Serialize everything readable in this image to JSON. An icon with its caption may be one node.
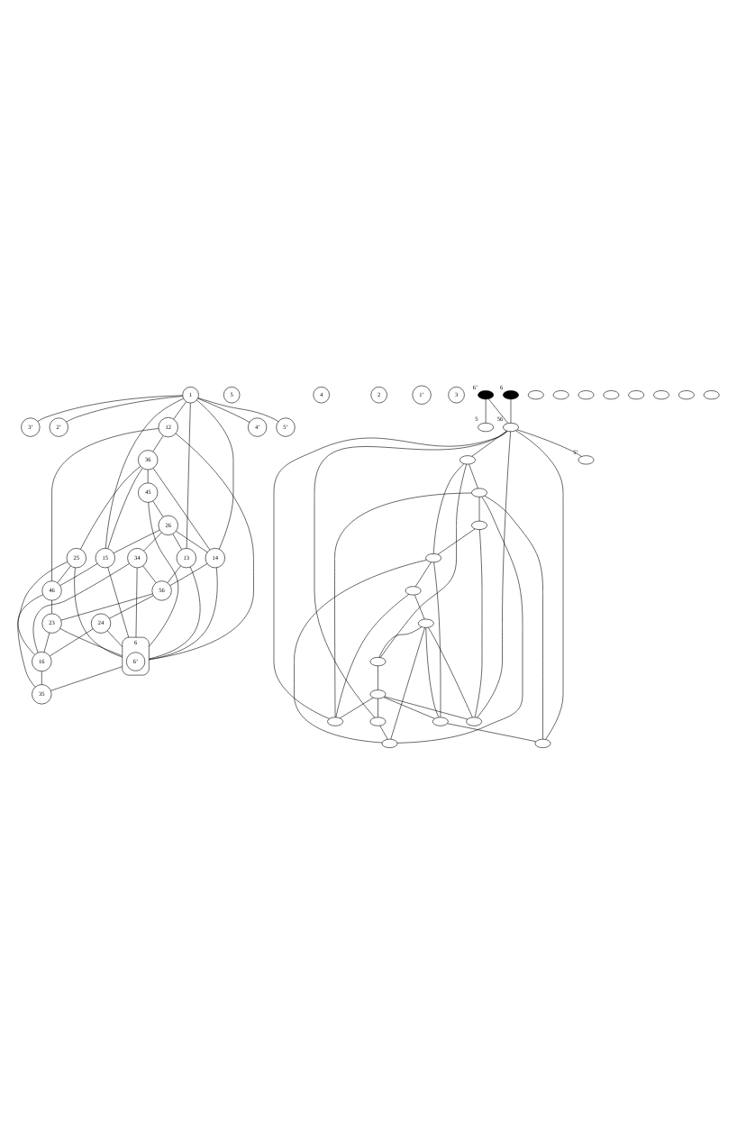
{
  "diagram": {
    "nodes": [
      {
        "text": [
          "1"
        ]
      },
      {
        "text": [
          "45"
        ]
      },
      {
        "text": [
          "3’"
        ]
      },
      {
        "text": [
          "2’"
        ]
      },
      {
        "text": [
          "36"
        ]
      },
      {
        "text": [
          "26"
        ]
      },
      {
        "text": [
          "5"
        ]
      },
      {
        "text": [
          "12"
        ]
      },
      {
        "text": [
          "15"
        ]
      },
      {
        "text": [
          "14"
        ]
      },
      {
        "text": [
          "13"
        ]
      },
      {
        "text": [
          "4"
        ]
      },
      {
        "text": [
          "6"
        ]
      },
      {
        "text": [
          "6’"
        ],
        "in": 12
      },
      {
        "text": [
          "25"
        ]
      },
      {
        "text": [
          "34"
        ]
      },
      {
        "text": [
          "46"
        ]
      },
      {
        "text": [
          "56"
        ]
      },
      {
        "text": [
          "4’"
        ]
      },
      {
        "text": [
          "5’"
        ]
      },
      {
        "text": [
          "23"
        ]
      },
      {
        "text": [
          "35"
        ]
      },
      {
        "text": [
          "16"
        ]
      },
      {
        "text": [
          "24"
        ]
      },
      {
        "text": [
          "2"
        ]
      },
      {
        "text": [
          "1’"
        ]
      },
      {
        "text": [
          "3"
        ]
      },
      {
        "text": [
          "6’"
        ]
      },
      {
        "text": [],
        "shape": "ellipse"
      },
      {
        "text": [],
        "shape": "ellipse"
      },
      {
        "text": [],
        "shape": "ellipse"
      },
      {
        "text": [],
        "shape": "ellipse"
      },
      {
        "text": [],
        "shape": "ellipse"
      },
      {
        "text": [],
        "shape": "ellipse"
      },
      {
        "text": [
          "5"
        ]
      },
      {
        "text": [],
        "shape": "ellipse"
      },
      {
        "text": [],
        "shape": "ellipse"
      },
      {
        "text": [],
        "shape": "ellipse"
      },
      {
        "text": [],
        "shape": "ellipse"
      },
      {
        "text": [],
        "shape": "ellipse"
      },
      {
        "text": [],
        "shape": "ellipse"
      },
      {
        "text": [],
        "shape": "ellipse"
      },
      {
        "text": [],
        "shape": "ellipse"
      },
      {
        "text": [
          "56"
        ]
      },
      {
        "text": [],
        "shape": "ellipse"
      },
      {
        "text": [
          "5’"
        ]
      },
      {
        "text": [],
        "shape": "ellipse"
      },
      {
        "text": [],
        "shape": "ellipse"
      },
      {
        "text": [],
        "shape": "ellipse"
      },
      {
        "text": [],
        "shape": "ellipse"
      },
      {
        "text": [],
        "shape": "ellipse"
      },
      {
        "text": [],
        "shape": "ellipse"
      },
      {
        "text": [],
        "shape": "ellipse"
      },
      {
        "text": [
          "6"
        ]
      }
    ],
    "edges": [
      {
        "from": 0,
        "to": 2,
        "arrow": "none"
      },
      {
        "from": 0,
        "to": 3,
        "arrow": "none"
      },
      {
        "from": 0,
        "to": 8,
        "arrow": "none"
      },
      {
        "from": 0,
        "to": 9,
        "arrow": "none"
      },
      {
        "from": 0,
        "to": 7,
        "arrow": "none"
      },
      {
        "from": 0,
        "to": 10,
        "arrow": "none"
      },
      {
        "from": 0,
        "to": 18,
        "arrow": "none"
      },
      {
        "from": 0,
        "to": 19,
        "arrow": "none"
      },
      {
        "from": 7,
        "to": 4,
        "arrow": "none"
      },
      {
        "from": 4,
        "to": 1,
        "arrow": "none"
      },
      {
        "from": 1,
        "to": 5,
        "arrow": "none"
      },
      {
        "from": 5,
        "to": 10,
        "arrow": "none"
      },
      {
        "from": 10,
        "to": 17,
        "arrow": "none"
      },
      {
        "from": 17,
        "to": 23,
        "arrow": "none"
      },
      {
        "from": 23,
        "to": 22,
        "arrow": "none"
      },
      {
        "from": 22,
        "to": 21,
        "arrow": "none"
      },
      {
        "from": 21,
        "to": 16,
        "arrow": "none"
      },
      {
        "from": 16,
        "to": 7,
        "arrow": "none"
      },
      {
        "from": 1,
        "to": 12,
        "arrow": "none"
      },
      {
        "from": 8,
        "to": 12,
        "arrow": "none"
      },
      {
        "from": 9,
        "to": 12,
        "arrow": "none"
      },
      {
        "from": 7,
        "to": 12,
        "arrow": "none"
      },
      {
        "from": 10,
        "to": 12,
        "arrow": "none"
      },
      {
        "from": 14,
        "to": 12,
        "arrow": "none"
      },
      {
        "from": 15,
        "to": 12,
        "arrow": "none"
      },
      {
        "from": 12,
        "to": 20,
        "arrow": "none"
      },
      {
        "from": 21,
        "to": 12,
        "arrow": "none"
      },
      {
        "from": 23,
        "to": 12,
        "arrow": "none"
      },
      {
        "from": 4,
        "to": 8,
        "arrow": "none"
      },
      {
        "from": 5,
        "to": 9,
        "arrow": "none"
      },
      {
        "from": 4,
        "to": 9,
        "arrow": "none"
      },
      {
        "from": 5,
        "to": 8,
        "arrow": "none"
      },
      {
        "from": 4,
        "to": 14,
        "arrow": "none"
      },
      {
        "from": 5,
        "to": 15,
        "arrow": "none"
      },
      {
        "from": 8,
        "to": 16,
        "arrow": "none"
      },
      {
        "from": 9,
        "to": 17,
        "arrow": "none"
      },
      {
        "from": 14,
        "to": 16,
        "arrow": "none"
      },
      {
        "from": 15,
        "to": 17,
        "arrow": "none"
      },
      {
        "from": 16,
        "to": 20,
        "arrow": "none"
      },
      {
        "from": 17,
        "to": 20,
        "arrow": "none"
      },
      {
        "from": 14,
        "to": 22,
        "arrow": "none"
      },
      {
        "from": 15,
        "to": 22,
        "arrow": "none"
      },
      {
        "from": 20,
        "to": 22,
        "arrow": "none"
      },
      {
        "from": 35,
        "to": 32,
        "arrow": "none"
      },
      {
        "from": 32,
        "to": 30,
        "arrow": "none"
      },
      {
        "from": 30,
        "to": 33,
        "arrow": "none"
      },
      {
        "from": 33,
        "to": 38,
        "arrow": "none"
      },
      {
        "from": 38,
        "to": 43,
        "arrow": "none"
      },
      {
        "from": 43,
        "to": 49,
        "arrow": "none"
      },
      {
        "from": 49,
        "to": 48,
        "arrow": "none"
      },
      {
        "from": 48,
        "to": 47,
        "arrow": "none"
      },
      {
        "from": 47,
        "to": 40,
        "arrow": "none"
      },
      {
        "from": 40,
        "to": 35,
        "arrow": "none"
      },
      {
        "from": 30,
        "to": 46,
        "arrow": "none"
      },
      {
        "from": 35,
        "to": 42,
        "arrow": "none"
      },
      {
        "from": 38,
        "to": 41,
        "arrow": "none"
      },
      {
        "from": 36,
        "to": 49,
        "arrow": "none"
      },
      {
        "from": 37,
        "to": 47,
        "arrow": "none"
      },
      {
        "from": 32,
        "to": 36,
        "arrow": "none"
      },
      {
        "from": 33,
        "to": 37,
        "arrow": "none"
      },
      {
        "from": 32,
        "to": 37,
        "arrow": "none"
      },
      {
        "from": 33,
        "to": 36,
        "arrow": "none"
      },
      {
        "from": 32,
        "to": 41,
        "arrow": "none"
      },
      {
        "from": 33,
        "to": 42,
        "arrow": "none"
      },
      {
        "from": 36,
        "to": 40,
        "arrow": "none"
      },
      {
        "from": 37,
        "to": 43,
        "arrow": "none"
      },
      {
        "from": 41,
        "to": 40,
        "arrow": "none"
      },
      {
        "from": 42,
        "to": 43,
        "arrow": "none"
      },
      {
        "from": 40,
        "to": 46,
        "arrow": "none"
      },
      {
        "from": 43,
        "to": 46,
        "arrow": "none"
      },
      {
        "from": 41,
        "to": 48,
        "arrow": "none"
      },
      {
        "from": 42,
        "to": 48,
        "arrow": "none"
      },
      {
        "from": 46,
        "to": 48,
        "arrow": "none"
      },
      {
        "from": 27,
        "to": 34,
        "arrow": "none"
      },
      {
        "from": 27,
        "to": 43,
        "arrow": "none"
      },
      {
        "from": 53,
        "to": 43,
        "arrow": "none"
      },
      {
        "from": 43,
        "to": 45,
        "arrow": "none"
      }
    ]
  }
}
